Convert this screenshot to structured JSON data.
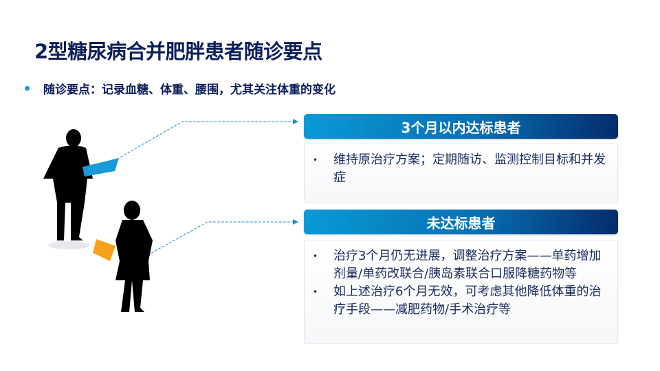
{
  "slide": {
    "title": "2型糖尿病合并肥胖患者随诊要点",
    "subtitle": "随诊要点：记录血糖、体重、腰围，尤其关注体重的变化",
    "colors": {
      "title": "#0d1f5c",
      "bullet_dot": "#1a9ad8",
      "header_gradient_start": "#0a9ad6",
      "header_gradient_end": "#052b6b",
      "folder_blue": "#1a9ad8",
      "folder_orange": "#f7a01c"
    }
  },
  "cards": [
    {
      "header": "3个月以内达标患者",
      "bullets": [
        "维持原治疗方案；定期随访、监测控制目标和并发症"
      ]
    },
    {
      "header": "未达标患者",
      "bullets": [
        "治疗3个月仍无进展，调整治疗方案——单药增加剂量/单药改联合/胰岛素联合口服降糖药物等",
        "如上述治疗6个月无效，可考虑其他降低体重的治疗手段——减肥药物/手术治疗等"
      ]
    }
  ],
  "icons": {
    "bullet": "•",
    "person_male": "man-silhouette-icon",
    "person_female": "woman-silhouette-icon"
  }
}
